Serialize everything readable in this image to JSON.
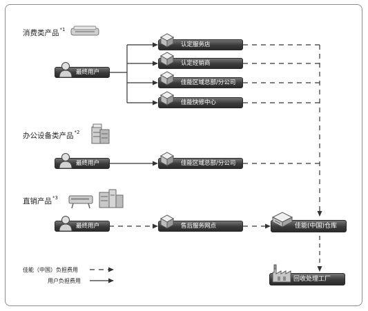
{
  "categories": {
    "consumer": {
      "label": "消费类产品",
      "note": "*1"
    },
    "office": {
      "label": "办公设备类产品",
      "note": "*2"
    },
    "direct": {
      "label": "直销产品",
      "note": "*3"
    }
  },
  "end_user_label": "最终用户",
  "services": {
    "certified_store": "认定服务店",
    "certified_dealer": "认定经销商",
    "regional_hq_1": "佳能区域总部/分公司",
    "repair_center": "佳能快修中心",
    "regional_hq_2": "佳能区域总部/分公司",
    "after_sales_point": "售后服务网点"
  },
  "warehouse": {
    "label": "佳能(中国)仓库",
    "icon": "warehouse-icon"
  },
  "recycling": {
    "label": "回收处理工厂",
    "icon": "factory-icon"
  },
  "legend": {
    "canon_paid": "佳能（中国）负担费用",
    "user_paid": "用户负担费用"
  },
  "colors": {
    "pill_dark": "#3a3a3a",
    "line": "#333333"
  }
}
